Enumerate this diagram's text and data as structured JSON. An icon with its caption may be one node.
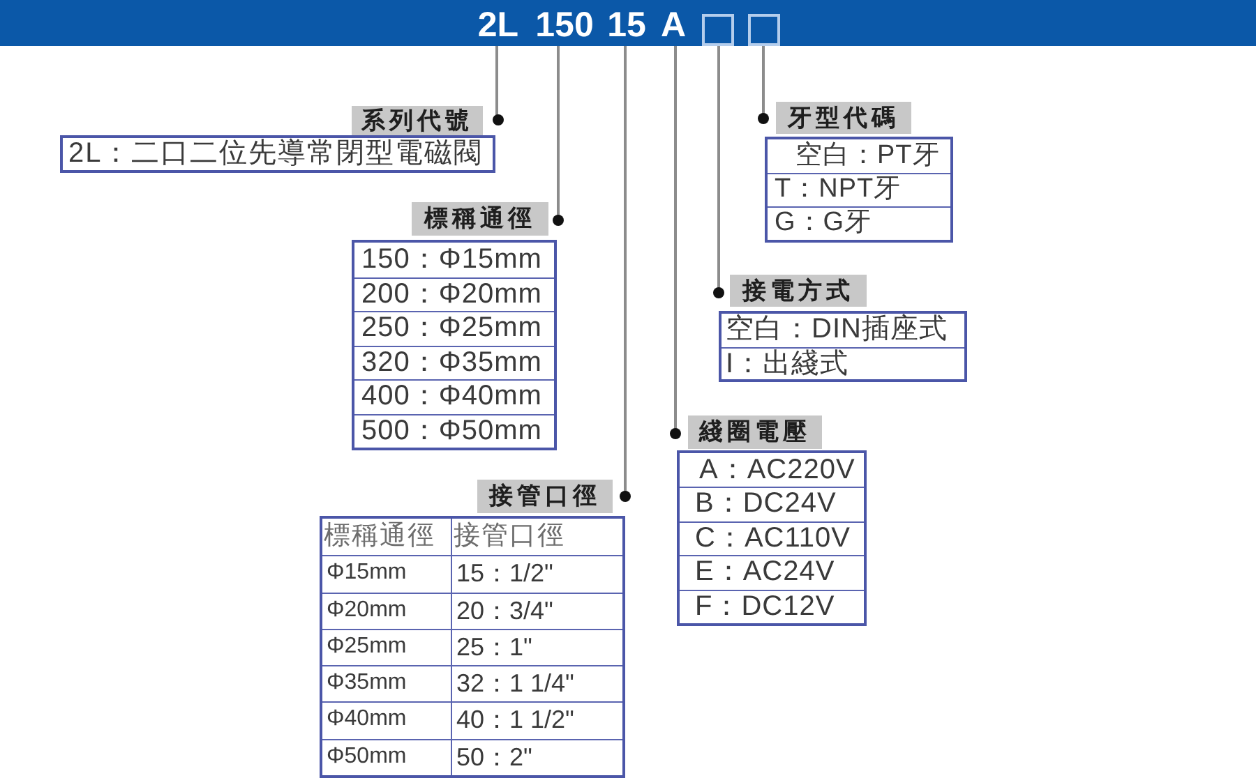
{
  "diagram": {
    "nodes": [
      {
        "text": [],
        "shape": "bar"
      },
      {
        "text": [
          "2L"
        ],
        "in": 0
      },
      {
        "text": [
          "150"
        ],
        "in": 0
      },
      {
        "text": [
          "15"
        ],
        "in": 0
      },
      {
        "text": [
          "A"
        ],
        "in": 0
      },
      {
        "text": [],
        "shape": "box",
        "in": 0
      },
      {
        "text": [],
        "shape": "box",
        "in": 0
      },
      {
        "text": [
          "系列代號",
          "2L：二口二位先導常閉型電磁閥"
        ]
      },
      {
        "text": [
          "牙型代碼",
          "空白：PT牙",
          "T：NPT牙",
          "G：G牙"
        ]
      },
      {
        "text": [
          "標稱通徑",
          "150：Φ15mm",
          "200：Φ20mm",
          "250：Φ25mm",
          "320：Φ35mm",
          "400：Φ40mm",
          "500：Φ50mm"
        ]
      },
      {
        "text": [
          "接電方式",
          "空白：DIN插座式",
          "I：出綫式"
        ]
      },
      {
        "text": [
          "綫圈電壓",
          "A：AC220V",
          "B：DC24V",
          "C：AC110V",
          "E：AC24V",
          "F：DC12V"
        ]
      },
      {
        "text": [
          "接管口徑",
          "標稱通徑",
          "接管口徑",
          "Φ15mm",
          "15：1/2\"",
          "Φ20mm",
          "20：3/4\"",
          "Φ25mm",
          "25：1\"",
          "Φ35mm",
          "32：1 1/4\"",
          "Φ40mm",
          "40：1 1/2\"",
          "Φ50mm",
          "50：2\""
        ]
      }
    ],
    "edges": [
      {
        "from": 1,
        "to": 7,
        "arrow": "other"
      },
      {
        "from": 2,
        "to": 9,
        "arrow": "other"
      },
      {
        "from": 3,
        "to": 12,
        "arrow": "other"
      },
      {
        "from": 4,
        "to": 11,
        "arrow": "other"
      },
      {
        "from": 5,
        "to": 10,
        "arrow": "other"
      },
      {
        "from": 6,
        "to": 8,
        "arrow": "other"
      }
    ]
  }
}
